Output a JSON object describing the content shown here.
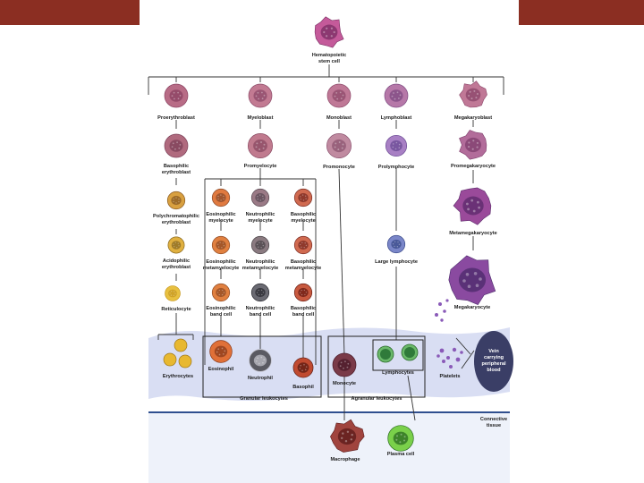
{
  "colors": {
    "header_bar": "#8b2e22",
    "blood_band": "#cfd6f0",
    "tissue_line": "#2f4f8f",
    "vein": "#3a3e66"
  },
  "labels": {
    "stem": [
      "Hematopoietic",
      "stem cell"
    ],
    "proerythroblast": [
      "Proerythroblast"
    ],
    "myeloblast": [
      "Myeloblast"
    ],
    "monoblast": [
      "Monoblast"
    ],
    "lymphoblast": [
      "Lymphoblast"
    ],
    "megakaryoblast": [
      "Megakaryoblast"
    ],
    "baso_erythroblast": [
      "Basophilic",
      "erythroblast"
    ],
    "promyelocyte": [
      "Promyelocyte"
    ],
    "promonocyte": [
      "Promonocyte"
    ],
    "prolymphocyte": [
      "Prolymphocyte"
    ],
    "promegakaryocyte": [
      "Promegakaryocyte"
    ],
    "poly_erythroblast": [
      "Polychromatophilic",
      "erythroblast"
    ],
    "eos_myelocyte": [
      "Eosinophilic",
      "myelocyte"
    ],
    "neu_myelocyte": [
      "Neutrophilic",
      "myelocyte"
    ],
    "bas_myelocyte": [
      "Basophilic",
      "myelocyte"
    ],
    "metamegakaryocyte": [
      "Metamegakaryocyte"
    ],
    "acid_erythroblast": [
      "Acidophilic",
      "erythroblast"
    ],
    "eos_meta": [
      "Eosinophilic",
      "metamyelocyte"
    ],
    "neu_meta": [
      "Neutrophilic",
      "metamyelocyte"
    ],
    "bas_meta": [
      "Basophilic",
      "metamyelocyte"
    ],
    "large_lymphocyte": [
      "Large lymphocyte"
    ],
    "reticulocyte": [
      "Reticulocyte"
    ],
    "eos_band": [
      "Eosinophilic",
      "band cell"
    ],
    "neu_band": [
      "Neutrophilic",
      "band cell"
    ],
    "bas_band": [
      "Basophilic",
      "band cell"
    ],
    "megakaryocyte": [
      "Megakaryocyte"
    ],
    "erythrocytes": [
      "Erythrocytes"
    ],
    "eosinophil": [
      "Eosinophil"
    ],
    "neutrophil": [
      "Neutrophil"
    ],
    "basophil": [
      "Basophil"
    ],
    "monocyte": [
      "Monocyte"
    ],
    "lymphocytes": [
      "Lymphocytes"
    ],
    "platelets": [
      "Platelets"
    ],
    "vein": [
      "Vein",
      "carrying",
      "peripheral",
      "blood"
    ],
    "granular": [
      "Granular leukocytes"
    ],
    "agranular": [
      "Agranular leukocytes"
    ],
    "connective": [
      "Connective",
      "tissue"
    ],
    "macrophage": [
      "Macrophage"
    ],
    "plasma_cell": [
      "Plasma cell"
    ]
  },
  "cells": [
    {
      "id": "stem",
      "name": "hematopoietic-stem-cell",
      "label": "stem",
      "fill": "#c45a9a",
      "nucleus": "#7a2e63",
      "shape": "blob"
    },
    {
      "id": "proeryth",
      "name": "proerythroblast",
      "label": "proerythroblast",
      "fill": "#b86c86",
      "nucleus": "#8a4060",
      "shape": "round"
    },
    {
      "id": "myeloblast",
      "name": "myeloblast",
      "label": "myeloblast",
      "fill": "#c27a92",
      "nucleus": "#8c4a68",
      "shape": "round"
    },
    {
      "id": "monoblast",
      "name": "monoblast",
      "label": "monoblast",
      "fill": "#bf7896",
      "nucleus": "#8e4a6a",
      "shape": "round"
    },
    {
      "id": "lymphoblast",
      "name": "lymphoblast",
      "label": "lymphoblast",
      "fill": "#b678a8",
      "nucleus": "#7e4a82",
      "shape": "round"
    },
    {
      "id": "megablast",
      "name": "megakaryoblast",
      "label": "megakaryoblast",
      "fill": "#c07896",
      "nucleus": "#8a4468",
      "shape": "blob"
    },
    {
      "id": "basoeryth",
      "name": "basophilic-erythroblast",
      "label": "baso_erythroblast",
      "fill": "#b06a7e",
      "nucleus": "#7c4058",
      "shape": "round"
    },
    {
      "id": "promyelo",
      "name": "promyelocyte",
      "label": "promyelocyte",
      "fill": "#c07a8e",
      "nucleus": "#8a4a62",
      "shape": "round"
    },
    {
      "id": "promono",
      "name": "promonocyte",
      "label": "promonocyte",
      "fill": "#c08aa0",
      "nucleus": "#8c5470",
      "shape": "round"
    },
    {
      "id": "prolympho",
      "name": "prolymphocyte",
      "label": "prolymphocyte",
      "fill": "#a880c4",
      "nucleus": "#6a4a94",
      "shape": "round"
    },
    {
      "id": "promega",
      "name": "promegakaryocyte",
      "label": "promegakaryocyte",
      "fill": "#b26c9a",
      "nucleus": "#7e3e6c",
      "shape": "blob"
    },
    {
      "id": "polyeryth",
      "name": "polychromatophilic-erythroblast",
      "label": "poly_erythroblast",
      "fill": "#d8a040",
      "nucleus": "#8a5a20",
      "shape": "round"
    },
    {
      "id": "eosmyelo",
      "name": "eosinophilic-myelocyte",
      "label": "eos_myelocyte",
      "fill": "#e07a40",
      "nucleus": "#8a4a2a",
      "shape": "round"
    },
    {
      "id": "neumyelo",
      "name": "neutrophilic-myelocyte",
      "label": "neu_myelocyte",
      "fill": "#9a7a86",
      "nucleus": "#5a4a54",
      "shape": "round"
    },
    {
      "id": "basmyelo",
      "name": "basophilic-myelocyte",
      "label": "bas_myelocyte",
      "fill": "#d06a50",
      "nucleus": "#7a2a20",
      "shape": "round"
    },
    {
      "id": "metamega",
      "name": "metamegakaryocyte",
      "label": "metamegakaryocyte",
      "fill": "#9a4a9a",
      "nucleus": "#5a2a6a",
      "shape": "blob"
    },
    {
      "id": "acideryth",
      "name": "acidophilic-erythroblast",
      "label": "acid_erythroblast",
      "fill": "#e0b040",
      "nucleus": "#8a6a20",
      "shape": "round"
    },
    {
      "id": "eosmeta",
      "name": "eosinophilic-metamyelocyte",
      "label": "eos_meta",
      "fill": "#e08040",
      "nucleus": "#904a22",
      "shape": "round"
    },
    {
      "id": "neumeta",
      "name": "neutrophilic-metamyelocyte",
      "label": "neu_meta",
      "fill": "#8a7a80",
      "nucleus": "#4a4448",
      "shape": "round"
    },
    {
      "id": "basmeta",
      "name": "basophilic-metamyelocyte",
      "label": "bas_meta",
      "fill": "#d06a50",
      "nucleus": "#7a2a20",
      "shape": "round"
    },
    {
      "id": "largelympho",
      "name": "large-lymphocyte",
      "label": "large_lymphocyte",
      "fill": "#7a86c8",
      "nucleus": "#3a4a8a",
      "shape": "round"
    },
    {
      "id": "reticulo",
      "name": "reticulocyte",
      "label": "reticulocyte",
      "fill": "#e8c040",
      "nucleus": "#c89a20",
      "shape": "round"
    },
    {
      "id": "eosband",
      "name": "eosinophilic-band-cell",
      "label": "eos_band",
      "fill": "#e08040",
      "nucleus": "#904a22",
      "shape": "round"
    },
    {
      "id": "neuband",
      "name": "neutrophilic-band-cell",
      "label": "neu_band",
      "fill": "#6a6a72",
      "nucleus": "#2a2a30",
      "shape": "round"
    },
    {
      "id": "basband",
      "name": "basophilic-band-cell",
      "label": "bas_band",
      "fill": "#c85a40",
      "nucleus": "#6a1a10",
      "shape": "round"
    },
    {
      "id": "megakaryo",
      "name": "megakaryocyte",
      "label": "megakaryocyte",
      "fill": "#8a4aa0",
      "nucleus": "#4a2a6a",
      "shape": "blob"
    },
    {
      "id": "eosinophil",
      "name": "eosinophil",
      "label": "eosinophil",
      "fill": "#e07038",
      "nucleus": "#8a3a1a",
      "shape": "round"
    },
    {
      "id": "neutrophil",
      "name": "neutrophil",
      "label": "neutrophil",
      "fill": "#5a5a62",
      "nucleus": "#c0c0c8",
      "shape": "round"
    },
    {
      "id": "basophil",
      "name": "basophil",
      "label": "basophil",
      "fill": "#c04a30",
      "nucleus": "#5a1a10",
      "shape": "round"
    },
    {
      "id": "monocyte",
      "name": "monocyte",
      "label": "monocyte",
      "fill": "#7a3a48",
      "nucleus": "#4a1a28",
      "shape": "round"
    },
    {
      "id": "macrophage",
      "name": "macrophage",
      "label": "macrophage",
      "fill": "#a0443e",
      "nucleus": "#5a1a1a",
      "shape": "blob"
    },
    {
      "id": "plasma",
      "name": "plasma-cell",
      "label": "plasma_cell",
      "fill": "#7ad04a",
      "nucleus": "#2a6a20",
      "shape": "round"
    }
  ]
}
